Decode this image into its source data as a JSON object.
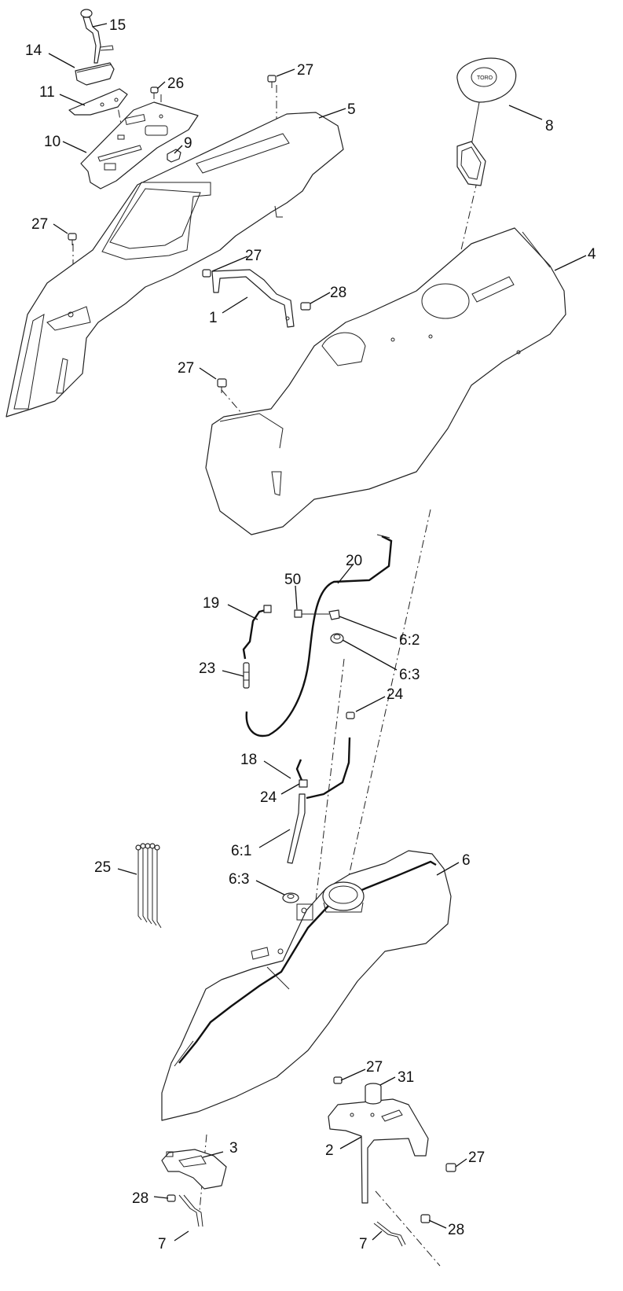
{
  "callouts": {
    "c15": "15",
    "c14": "14",
    "c11": "11",
    "c26": "26",
    "c10": "10",
    "c9": "9",
    "c27a": "27",
    "c5": "5",
    "c8": "8",
    "c27b": "27",
    "c27c": "27",
    "c28a": "28",
    "c1": "1",
    "c4": "4",
    "c27d": "27",
    "c20": "20",
    "c50": "50",
    "c19": "19",
    "c6_2": "6:2",
    "c6_3a": "6:3",
    "c23": "23",
    "c24a": "24",
    "c18": "18",
    "c24b": "24",
    "c6_1": "6:1",
    "c25": "25",
    "c6_3b": "6:3",
    "c6": "6",
    "c27e": "27",
    "c31": "31",
    "c2": "2",
    "c27f": "27",
    "c3": "3",
    "c28b": "28",
    "c28c": "28",
    "c7a": "7",
    "c7b": "7"
  },
  "cap_label": "TORO"
}
